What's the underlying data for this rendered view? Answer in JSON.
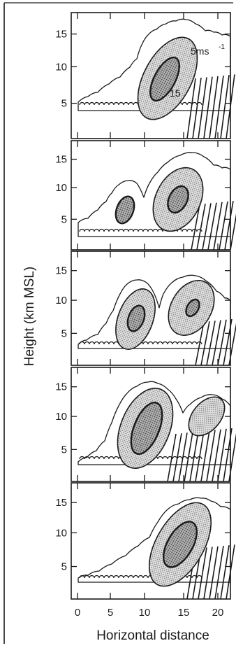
{
  "figure": {
    "y_axis_label": "Height (km MSL)",
    "x_axis_label": "Horizontal distance",
    "x_ticks": [
      "0",
      "5",
      "10",
      "15",
      "20"
    ],
    "y_ticks": [
      "15",
      "10",
      "5"
    ],
    "contour_labels": [
      "5ms",
      "-1",
      "15"
    ],
    "panel_count": 5,
    "colors": {
      "ink": "#1a1a1a",
      "background": "#ffffff",
      "stipple": "#8a8a8a"
    }
  }
}
